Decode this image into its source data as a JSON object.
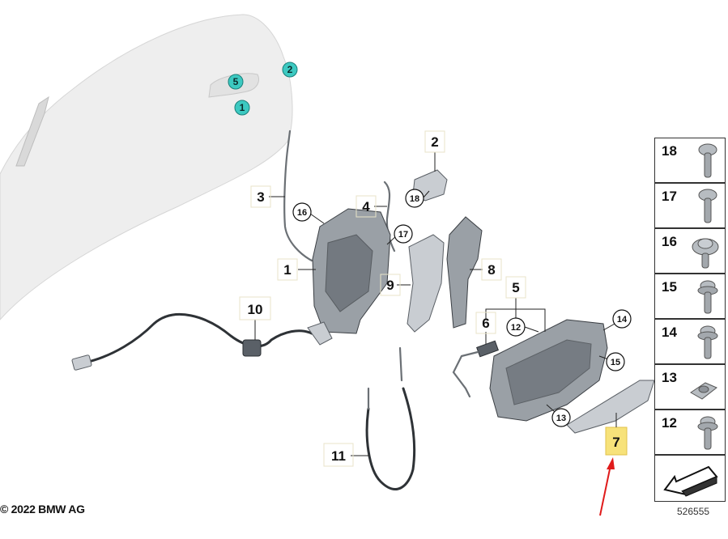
{
  "door_markers": [
    "5",
    "2",
    "1"
  ],
  "callouts": {
    "p1": "1",
    "p2": "2",
    "p3": "3",
    "p4": "4",
    "p5": "5",
    "p6": "6",
    "p7": "7",
    "p8": "8",
    "p9": "9",
    "p10": "10",
    "p11": "11"
  },
  "circled": {
    "c16": "16",
    "c17": "17",
    "c18": "18",
    "c12": "12",
    "c14": "14",
    "c15": "15",
    "c13": "13"
  },
  "sidebar": {
    "items": [
      {
        "number": "18",
        "icon": "torx-screw-icon"
      },
      {
        "number": "17",
        "icon": "torx-screw-icon"
      },
      {
        "number": "16",
        "icon": "washer-screw-icon"
      },
      {
        "number": "15",
        "icon": "collar-screw-icon"
      },
      {
        "number": "14",
        "icon": "collar-screw-icon"
      },
      {
        "number": "13",
        "icon": "clip-nut-icon"
      },
      {
        "number": "12",
        "icon": "collar-screw-icon"
      },
      {
        "number": "",
        "icon": "arrow-icon"
      }
    ]
  },
  "footer": {
    "copyright": "© 2022 BMW AG",
    "diagram_id": "526555"
  },
  "colors": {
    "teal_marker": "#3cc9c1",
    "highlight": "#f7e27a",
    "arrow": "#e01b1b"
  }
}
